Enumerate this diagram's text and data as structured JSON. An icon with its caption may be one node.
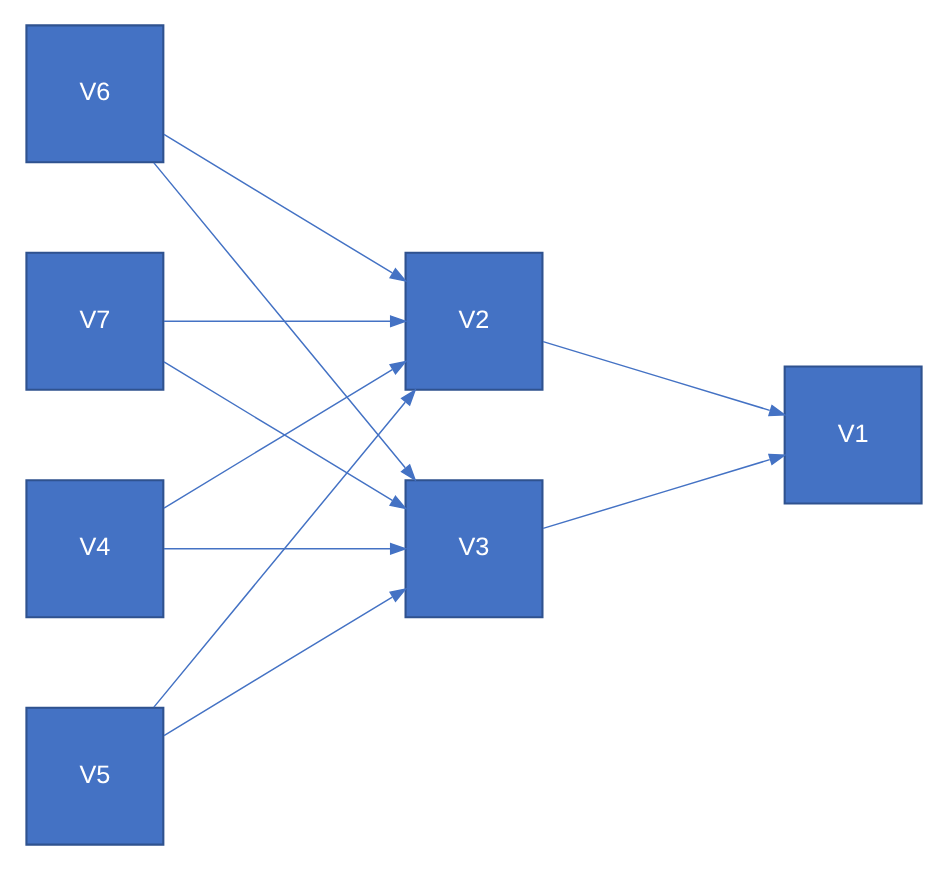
{
  "diagram": {
    "nodes": [
      {
        "text": [
          "V4"
        ]
      },
      {
        "text": [
          "V5"
        ]
      },
      {
        "text": [
          "V6"
        ]
      },
      {
        "text": [
          "V7"
        ]
      },
      {
        "text": [
          "V2"
        ]
      },
      {
        "text": [
          "V3"
        ]
      },
      {
        "text": [
          "V1"
        ]
      }
    ],
    "edges": [
      {
        "from": 0,
        "to": 4,
        "arrow": "to"
      },
      {
        "from": 0,
        "to": 5,
        "arrow": "to"
      },
      {
        "from": 1,
        "to": 4,
        "arrow": "to"
      },
      {
        "from": 1,
        "to": 5,
        "arrow": "to"
      },
      {
        "from": 2,
        "to": 4,
        "arrow": "to"
      },
      {
        "from": 2,
        "to": 5,
        "arrow": "to"
      },
      {
        "from": 3,
        "to": 4,
        "arrow": "to"
      },
      {
        "from": 3,
        "to": 5,
        "arrow": "to"
      },
      {
        "from": 4,
        "to": 6,
        "arrow": "to"
      },
      {
        "from": 5,
        "to": 6,
        "arrow": "to"
      }
    ]
  }
}
